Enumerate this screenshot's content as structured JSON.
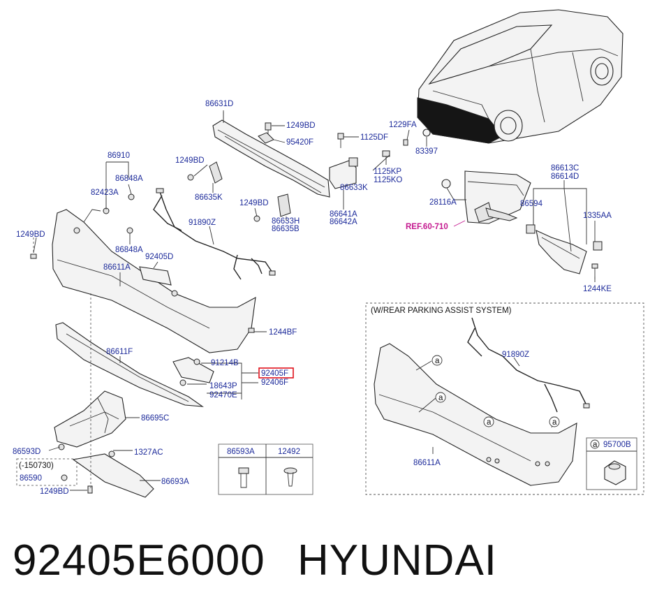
{
  "labels": {
    "p86631D": "86631D",
    "p1249BD_a": "1249BD",
    "p95420F": "95420F",
    "p1125DF": "1125DF",
    "p1229FA": "1229FA",
    "p83397": "83397",
    "p86910": "86910",
    "p1249BD_b": "1249BD",
    "p86848A_a": "86848A",
    "p82423A": "82423A",
    "p86635K": "86635K",
    "p1249BD_c": "1249BD",
    "p86633H": "86633H",
    "p86635B": "86635B",
    "p1125KP": "1125KP",
    "p1125KO": "1125KO",
    "p86633K": "86633K",
    "p86641A": "86641A",
    "p86642A": "86642A",
    "p1249BD_d": "1249BD",
    "p91890Z": "91890Z",
    "p86848A_b": "86848A",
    "p92405D": "92405D",
    "p86611A": "86611A",
    "p1244BF": "1244BF",
    "p86611F": "86611F",
    "p91214B": "91214B",
    "p92405F": "92405F",
    "p92406F": "92406F",
    "p18643P": "18643P",
    "p92470E": "92470E",
    "p86695C": "86695C",
    "p86593D": "86593D",
    "p1327AC": "1327AC",
    "p150730": "(-150730)",
    "p86590": "86590",
    "p1249BD_e": "1249BD",
    "p86693A": "86693A",
    "p86613C": "86613C",
    "p86614D": "86614D",
    "p28116A": "28116A",
    "p86594": "86594",
    "p1335AA": "1335AA",
    "p1244KE": "1244KE",
    "ref": "REF.60-710",
    "inset_title": "(W/REAR PARKING ASSIST SYSTEM)",
    "inset_91890Z": "91890Z",
    "inset_86611A": "86611A",
    "inset_95700B": "95700B",
    "circle_a": "a",
    "tbl_86593A": "86593A",
    "tbl_12492": "12492"
  },
  "caption": {
    "part_number": "92405E6000",
    "brand": "HYUNDAI"
  },
  "colors": {
    "label": "#1c2a9a",
    "reference": "#c4188f",
    "highlight_box": "#e0101a"
  }
}
